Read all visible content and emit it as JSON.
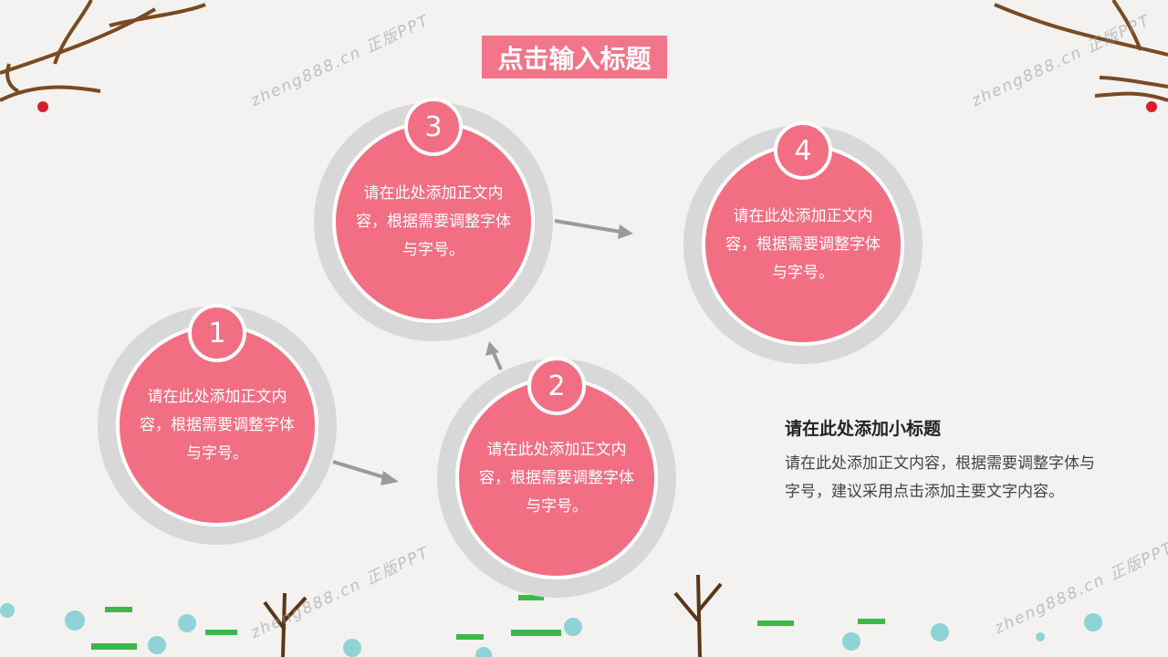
{
  "title": "点击输入标题",
  "steps": [
    {
      "number": "1",
      "text": "请在此处添加正文内容，根据需要调整字体与字号。"
    },
    {
      "number": "2",
      "text": "请在此处添加正文内容，根据需要调整字体与字号。"
    },
    {
      "number": "3",
      "text": "请在此处添加正文内容，根据需要调整字体与字号。"
    },
    {
      "number": "4",
      "text": "请在此处添加正文内容，根据需要调整字体与字号。"
    }
  ],
  "subtitle": "请在此处添加小标题",
  "body": "请在此处添加正文内容，根据需要调整字体与字号，建议采用点击添加主要文字内容。",
  "watermark": "zheng888.cn 正版PPT",
  "colors": {
    "accent": "#f26f83",
    "ring": "#d9d8d8"
  }
}
